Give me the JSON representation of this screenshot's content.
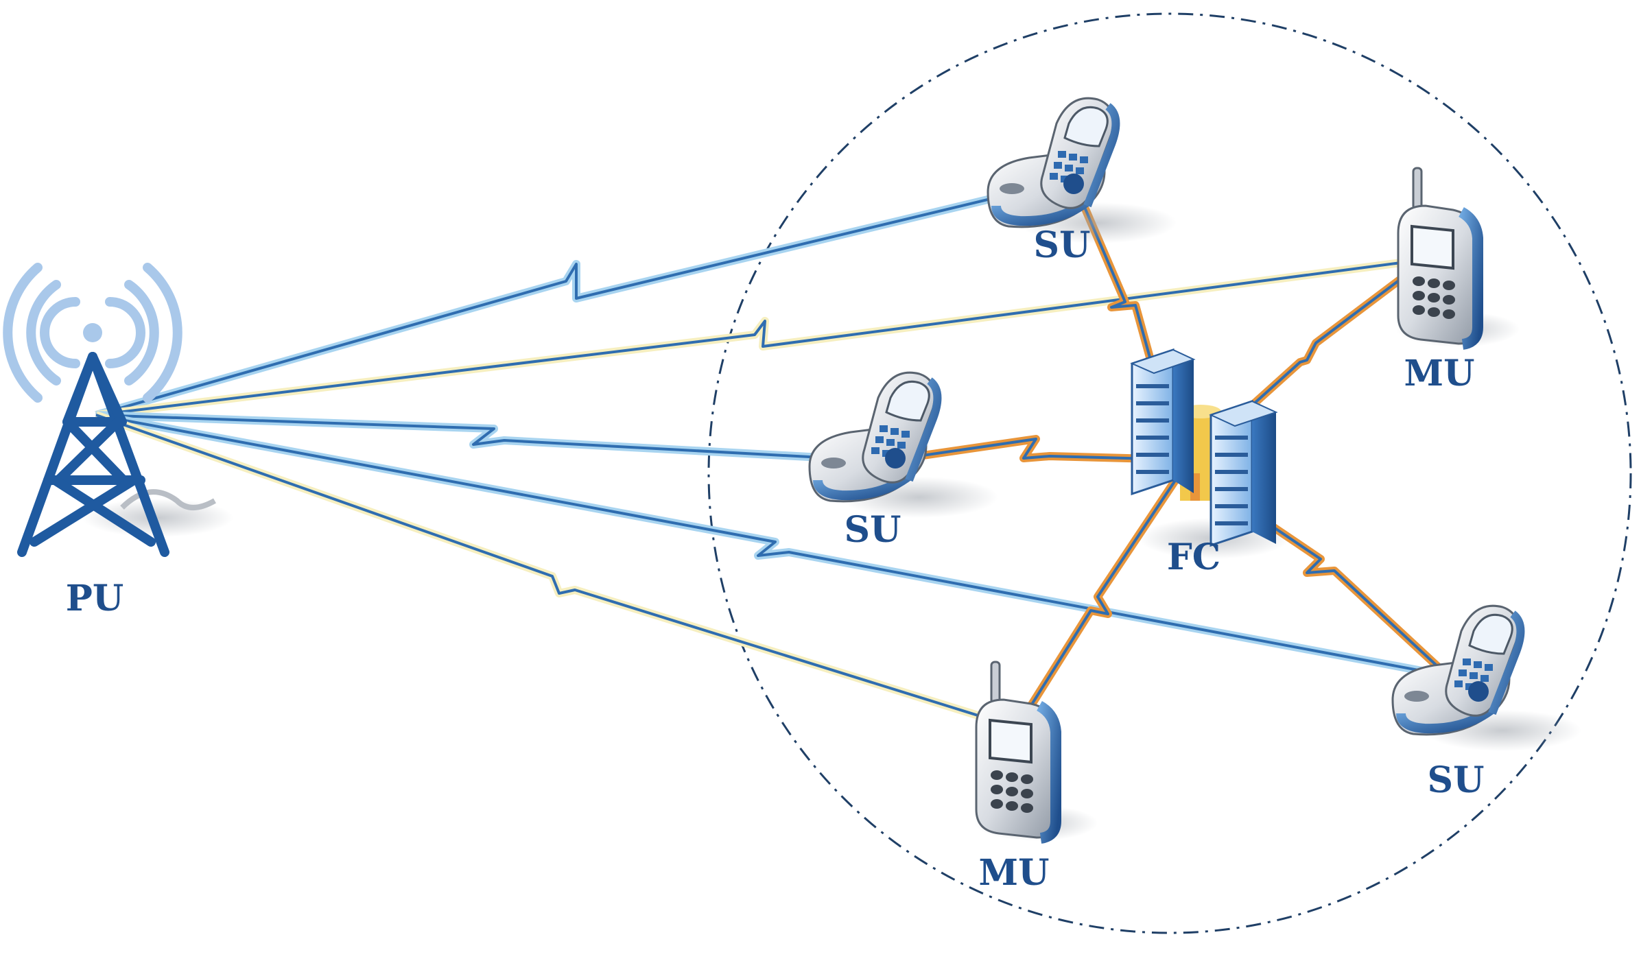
{
  "labels": {
    "pu": "PU",
    "su_top": "SU",
    "su_mid": "SU",
    "su_right": "SU",
    "mu_top": "MU",
    "mu_bottom": "MU",
    "fc": "FC"
  },
  "colors": {
    "primary_link": "#2f6db0",
    "primary_link_glow": "#a8d4f0",
    "secondary_link_glow": "#f6efc0",
    "fc_link": "#e8953a",
    "label": "#1f4e8c",
    "boundary": "#1f3f66"
  },
  "icons": {
    "pu": "cell-tower-icon",
    "su": "flip-phone-icon",
    "mu": "mobile-phone-icon",
    "fc": "server-icon"
  }
}
